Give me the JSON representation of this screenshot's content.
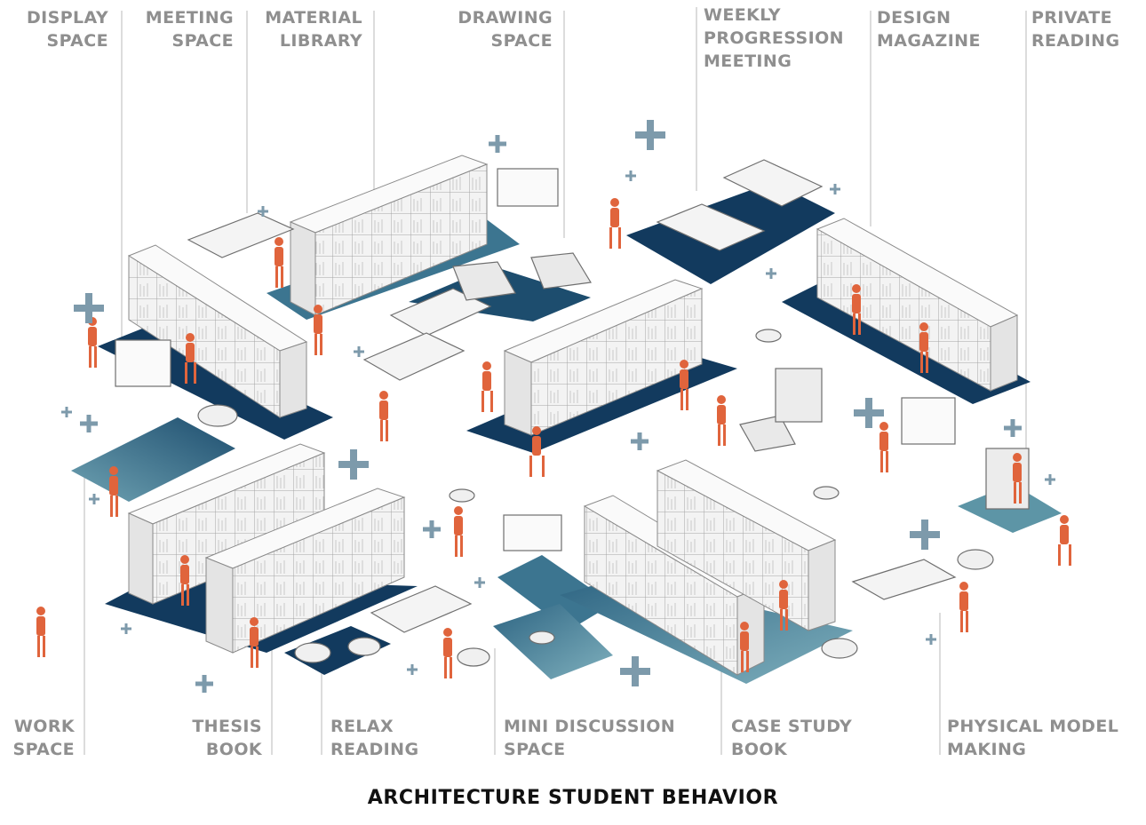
{
  "colors": {
    "label": "#8f8f8f",
    "leader": "#bdbdbd",
    "navy": "#123a5e",
    "teal_dark": "#2e6583",
    "teal_mid": "#4f8aa0",
    "teal_light": "#7fb0bd",
    "person": "#e0643c",
    "shelf": "#f2f2f2",
    "shelf_line": "#9a9a9a",
    "plus": "#7d9aab"
  },
  "labels": {
    "top": [
      {
        "line1": "DISPLAY",
        "line2": "SPACE"
      },
      {
        "line1": "MEETING",
        "line2": "SPACE"
      },
      {
        "line1": "MATERIAL",
        "line2": "LIBRARY"
      },
      {
        "line1": "DRAWING",
        "line2": "SPACE"
      },
      {
        "line1": "WEEKLY",
        "line2": "PROGRESSION",
        "line3": "MEETING"
      },
      {
        "line1": "DESIGN",
        "line2": "MAGAZINE"
      },
      {
        "line1": "PRIVATE",
        "line2": "READING"
      }
    ],
    "bottom": [
      {
        "line1": "WORK",
        "line2": "SPACE"
      },
      {
        "line1": "THESIS",
        "line2": "BOOK"
      },
      {
        "line1": "RELAX",
        "line2": "READING"
      },
      {
        "line1": "MINI DISCUSSION",
        "line2": "SPACE"
      },
      {
        "line1": "CASE STUDY",
        "line2": "BOOK"
      },
      {
        "line1": "PHYSICAL MODEL",
        "line2": "MAKING"
      }
    ]
  },
  "title": "ARCHITECTURE STUDENT BEHAVIOR"
}
